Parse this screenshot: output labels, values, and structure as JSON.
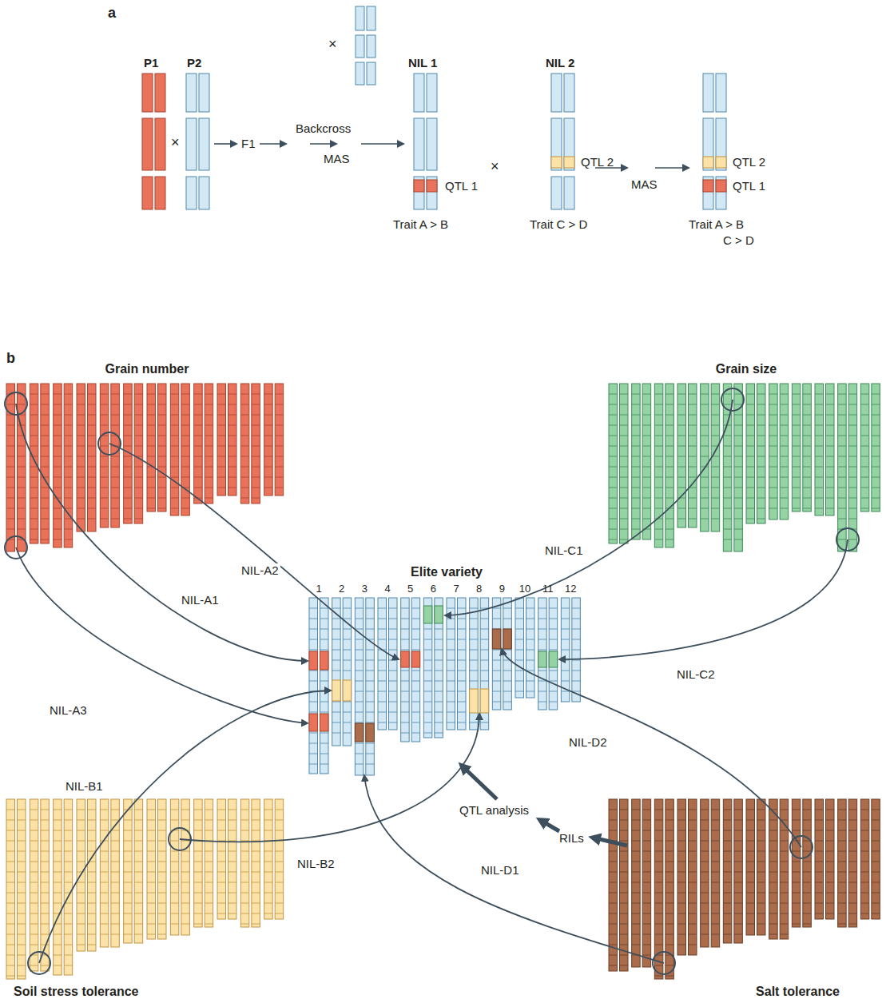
{
  "diagram": {
    "nodes": [
      {
        "text": [
          "Grain number"
        ]
      },
      {
        "text": [
          "Grain size"
        ]
      },
      {
        "text": [
          "Elite variety"
        ]
      },
      {
        "text": [
          "Soil stress tolerance"
        ]
      },
      {
        "text": [
          "Salt tolerance"
        ]
      }
    ],
    "edges": [
      {
        "from": 0,
        "to": 2,
        "arrow": "to",
        "label": "NIL-A1"
      },
      {
        "from": 0,
        "to": 2,
        "arrow": "to",
        "label": "NIL-A2"
      },
      {
        "from": 0,
        "to": 2,
        "arrow": "to",
        "label": "NIL-A3"
      },
      {
        "from": 3,
        "to": 2,
        "arrow": "to",
        "label": "NIL-B1"
      },
      {
        "from": 3,
        "to": 2,
        "arrow": "to",
        "label": "NIL-B2"
      },
      {
        "from": 1,
        "to": 2,
        "arrow": "to",
        "label": "NIL-C1"
      },
      {
        "from": 1,
        "to": 2,
        "arrow": "to",
        "label": "NIL-C2"
      },
      {
        "from": 4,
        "to": 2,
        "arrow": "to",
        "label": "NIL-D1"
      },
      {
        "from": 4,
        "to": 2,
        "arrow": "to",
        "label": "NIL-D2"
      }
    ],
    "labels": [
      "a",
      "P1",
      "P2",
      "×",
      "×",
      "F1",
      "Backcross",
      "MAS",
      "NIL 1",
      "NIL 2",
      "QTL 1",
      "Trait A > B",
      "×",
      "QTL 2",
      "Trait C > D",
      "MAS",
      "QTL 2",
      "QTL 1",
      "Trait A > B",
      "C > D",
      "b",
      "1",
      "2",
      "3",
      "4",
      "5",
      "6",
      "7",
      "8",
      "9",
      "10",
      "11",
      "12",
      "QTL analysis",
      "RILs"
    ]
  }
}
